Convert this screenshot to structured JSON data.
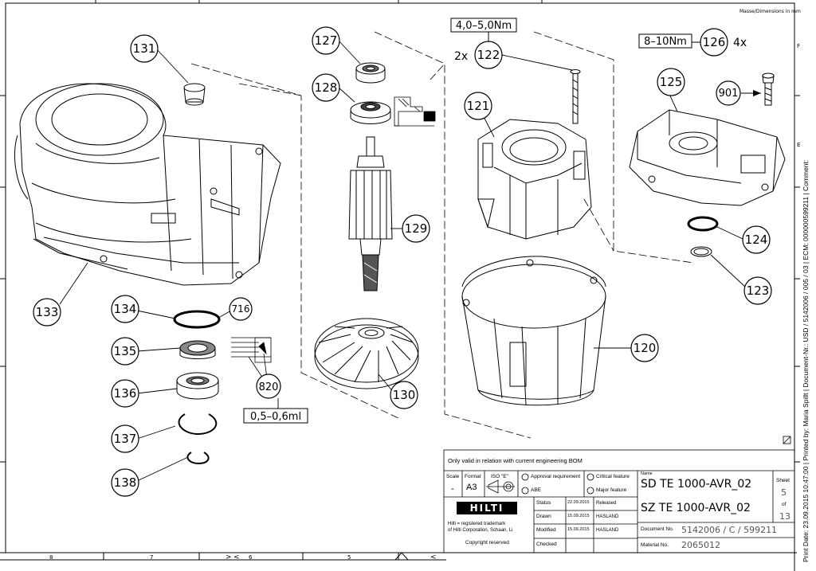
{
  "header": {
    "units_note": "Masse/Dimensions in mm"
  },
  "border": {
    "bottom_zones": [
      "8",
      "7",
      "6",
      "5"
    ],
    "right_zones": [
      "F",
      "E"
    ],
    "bottom_marks": [
      ">",
      "<",
      "<"
    ]
  },
  "callouts": {
    "p131": "131",
    "p133": "133",
    "p134": "134",
    "p716": "716",
    "p135": "135",
    "p136": "136",
    "p137": "137",
    "p138": "138",
    "p820": "820",
    "p127": "127",
    "p128": "128",
    "p129": "129",
    "p130": "130",
    "p122": "122",
    "p121": "121",
    "p120": "120",
    "p126": "126",
    "p125": "125",
    "p901": "901",
    "p124": "124",
    "p123": "123"
  },
  "annotations": {
    "torque_122": "4,0–5,0Nm",
    "qty_122": "2x",
    "torque_126": "8–10Nm",
    "qty_126": "4x",
    "grease_820": "0,5–0,6ml"
  },
  "title_block": {
    "note": "Only valid in relation with current engineering BOM",
    "scale_label": "Scale",
    "scale_value": "-",
    "format_label": "Format",
    "format_value": "A3",
    "iso_label": "ISO \"E\"",
    "approval_req": "Approval requirement",
    "abe": "ABE",
    "critical_feature": "Critical feature",
    "major_feature": "Major feature",
    "name_label": "Name",
    "name_line1": "SD TE 1000-AVR_02",
    "name_line2": "SZ TE 1000-AVR_02",
    "sheet_label": "Sheet",
    "sheet_value": "5",
    "of_label": "of",
    "of_value": "13",
    "logo": "HILTI",
    "trademark_line1": "Hilti = registered trademark",
    "trademark_line2": "of Hilti Corporation, Schaan, Li",
    "copyright": "Copyright reserved",
    "rows": [
      {
        "label": "Status",
        "date": "22.09.2015",
        "value": "Released"
      },
      {
        "label": "Drawn",
        "date": "15.09.2015",
        "value": "HASLAND"
      },
      {
        "label": "Modified",
        "date": "15.09.2015",
        "value": "HASLAND"
      },
      {
        "label": "Checked",
        "date": "",
        "value": ""
      }
    ],
    "document_label": "Document No.",
    "document_value": "5142006 / C / 599211",
    "material_label": "Material No.",
    "material_value": "2065012"
  },
  "side_text": "Print Date: 23.09.2015 10:47:00 | Printed by: Maria Spillt | Document-Nr.: USD / 5142006 / 005 / 03 | ECM: 000000599211 | Comment:"
}
